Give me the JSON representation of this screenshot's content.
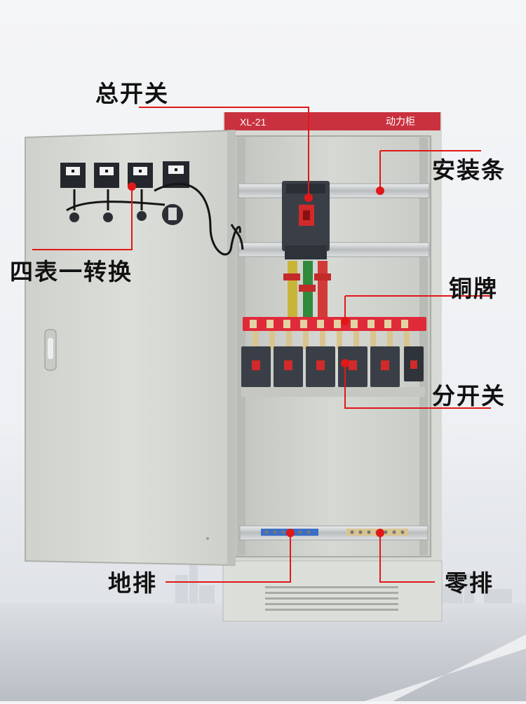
{
  "cabinet": {
    "header_model": "XL-21",
    "header_type": "动力柜",
    "header_color": "#c9313f"
  },
  "callouts": {
    "main_switch": "总开关",
    "mounting_rail": "安装条",
    "meter_switch": "四表一转换",
    "copper_bar": "铜牌",
    "branch_switch": "分开关",
    "ground_bar": "地排",
    "neutral_bar": "零排"
  },
  "colors": {
    "callout_line": "#e01818",
    "callout_dot": "#e01818",
    "cabinet_body": "#d9dcd6",
    "busbar": "#e02a3a"
  }
}
